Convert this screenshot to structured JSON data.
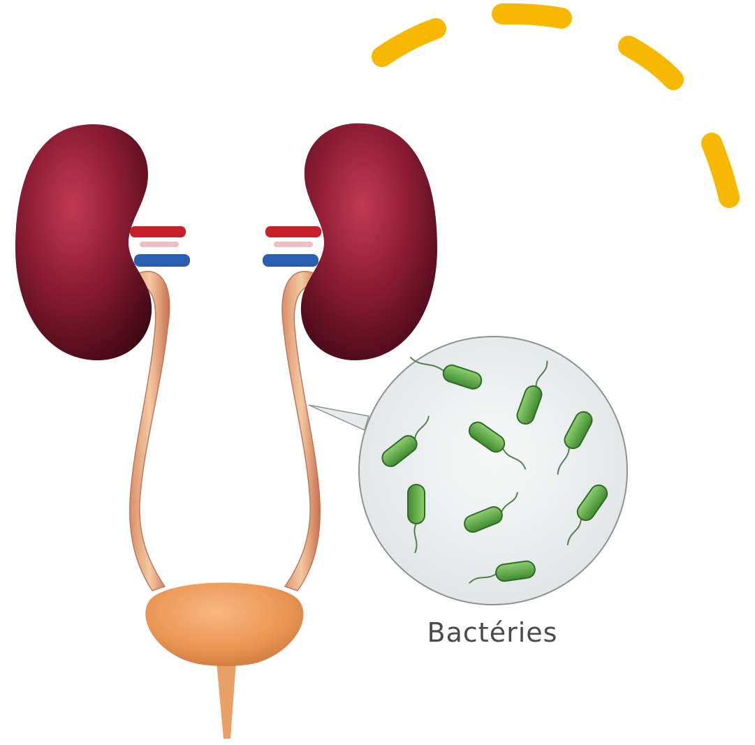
{
  "figure": {
    "bacteria_label": "Bactéries"
  },
  "colors": {
    "accent_dashes": "#f6b800",
    "kidney": "#8e1a33",
    "artery": "#c8202a",
    "vein": "#2b5fb0",
    "ureter": "#e8b083",
    "bladder": "#ec9856",
    "bacteria": "#63a34b",
    "magnifier": "#eef1f1"
  },
  "icons": [
    "urinary-system-illustration",
    "bacteria-magnifier",
    "decorative-dashed-arc"
  ]
}
